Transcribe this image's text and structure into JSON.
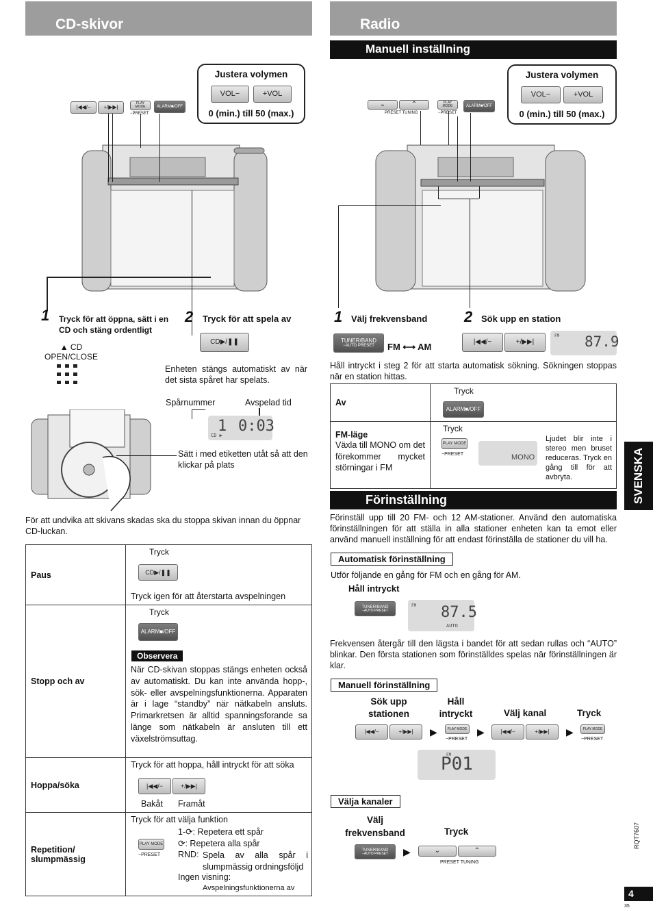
{
  "left": {
    "title": "CD-skivor",
    "volume_callout": {
      "title": "Justera volymen",
      "vol_minus": "VOL−",
      "vol_plus": "+VOL",
      "range": "0 (min.) till 50 (max.)"
    },
    "top_buttons": {
      "prev": "|◀◀/−",
      "next": "+/▶▶|",
      "play_mode": "PLAY MODE",
      "preset": "−PRESET",
      "alarm": "ALARM■/OFF"
    },
    "step1_num": "1",
    "step1_text": "Tryck för att öppna, sätt i en CD och stäng ordentligt",
    "step2_num": "2",
    "step2_text": "Tryck för att spela av",
    "cd_play_btn": "CD▶/❚❚",
    "open_close": "≜ CD\nOPEN/CLOSE",
    "open_close_line1": "▲ CD",
    "open_close_line2": "OPEN/CLOSE",
    "auto_off_text": "Enheten stängs automatiskt av när det sista spåret har spelats.",
    "track_label": "Spårnummer",
    "elapsed_label": "Avspelad tid",
    "display_track": "1",
    "display_time": "0:03",
    "display_cd": "CD ▶",
    "insert_text": "Sätt i med etiketten utåt så att den klickar på plats",
    "warning_text": "För att undvika att skivans skadas ska du stoppa skivan innan du öppnar CD-luckan.",
    "table": {
      "paus": {
        "label": "Paus",
        "press": "Tryck",
        "btn": "CD▶/❚❚",
        "note": "Tryck igen för att återstarta avspelningen"
      },
      "stop": {
        "label": "Stopp och av",
        "press": "Tryck",
        "btn": "ALARM■/OFF",
        "observe": "Observera",
        "note": "När CD-skivan stoppas stängs enheten också av automatiskt. Du kan inte använda hopp-, sök- eller avspelningsfunktionerna. Apparaten är i lage “standby” när nätkabeln ansluts. Primarkretsen är alltid spanningsforande sa länge som nätkabeln är ansluten till ett växelströmsuttag."
      },
      "skip": {
        "label": "Hoppa/söka",
        "note": "Tryck för att hoppa, håll intryckt för att söka",
        "prev": "|◀◀/−",
        "next": "+/▶▶|",
        "back": "Bakåt",
        "fwd": "Framåt"
      },
      "repeat": {
        "label1": "Repetition/",
        "label2": "slumpmässig",
        "note": "Tryck för att välja funktion",
        "btn": "PLAY MODE",
        "preset": "−PRESET",
        "opt1": "1-⟳: Repetera ett spår",
        "opt2": "⟳: Repetera alla spår",
        "opt3a": "RND:",
        "opt3b": "Spela av alla spår i slumpmässig ordningsföljd",
        "opt4": "Ingen visning:",
        "opt4b": "Avspelningsfunktionerna av"
      }
    }
  },
  "right": {
    "title": "Radio",
    "manual_title": "Manuell inställning",
    "volume_callout": {
      "title": "Justera volymen",
      "vol_minus": "VOL−",
      "vol_plus": "+VOL",
      "range": "0 (min.) till 50 (max.)"
    },
    "preset_tuning": "PRESET TUNING",
    "play_mode": "PLAY MODE",
    "preset": "−PRESET",
    "alarm": "ALARM■/OFF",
    "step1_num": "1",
    "step1_text": "Välj frekvensband",
    "step2_num": "2",
    "step2_text": "Sök upp en station",
    "tuner_btn": "TUNER/BAND",
    "auto_preset": "−AUTO PRESET",
    "fm_am": "FM ⟷ AM",
    "prev": "|◀◀/−",
    "next": "+/▶▶|",
    "fm_label": "FM",
    "freq1": "87.9",
    "hold_text": "Håll intryckt i steg 2 för att starta automatisk sökning. Sökningen stoppas när en station hittas.",
    "table": {
      "av": {
        "label": "Av",
        "press": "Tryck",
        "btn": "ALARM■/OFF"
      },
      "fm": {
        "label": "FM-läge",
        "desc": "Växla till MONO om det förekommer mycket störningar i FM",
        "press": "Tryck",
        "btn": "PLAY MODE",
        "preset": "−PRESET",
        "mono": "MONO",
        "note": "Ljudet blir inte i stereo men bruset reduceras. Tryck en gång till för att avbryta."
      }
    },
    "preset_title": "Förinställning",
    "preset_text": "Förinställ upp till 20 FM- och 12 AM-stationer. Använd den automatiska förinställningen för att ställa in alla stationer enheten kan ta emot eller använd manuell inställning för att endast förinställa de stationer du vill ha.",
    "auto_preset_title": "Automatisk förinställning",
    "auto_preset_text": "Utför följande en gång för FM och en gång för AM.",
    "hold_pressed": "Håll intryckt",
    "freq2": "87.5",
    "auto_label": "AUTO",
    "auto_desc": "Frekvensen återgår till den lägsta i bandet för att sedan rullas och “AUTO” blinkar. Den första stationen som förinställdes spelas när förinställningen är klar.",
    "manual_preset_title": "Manuell förinställning",
    "mp_step1": "Sök upp stationen",
    "mp_step1a": "Sök upp",
    "mp_step1b": "stationen",
    "mp_step2a": "Håll",
    "mp_step2b": "intryckt",
    "mp_step3": "Välj kanal",
    "mp_step4": "Tryck",
    "p01": "P01",
    "select_title": "Välja kanaler",
    "sel_step1a": "Välj",
    "sel_step1b": "frekvensband",
    "sel_step2": "Tryck"
  },
  "side_tab": "SVENSKA",
  "doc_code": "RQT7607",
  "page_number": "4",
  "small_number": "35"
}
